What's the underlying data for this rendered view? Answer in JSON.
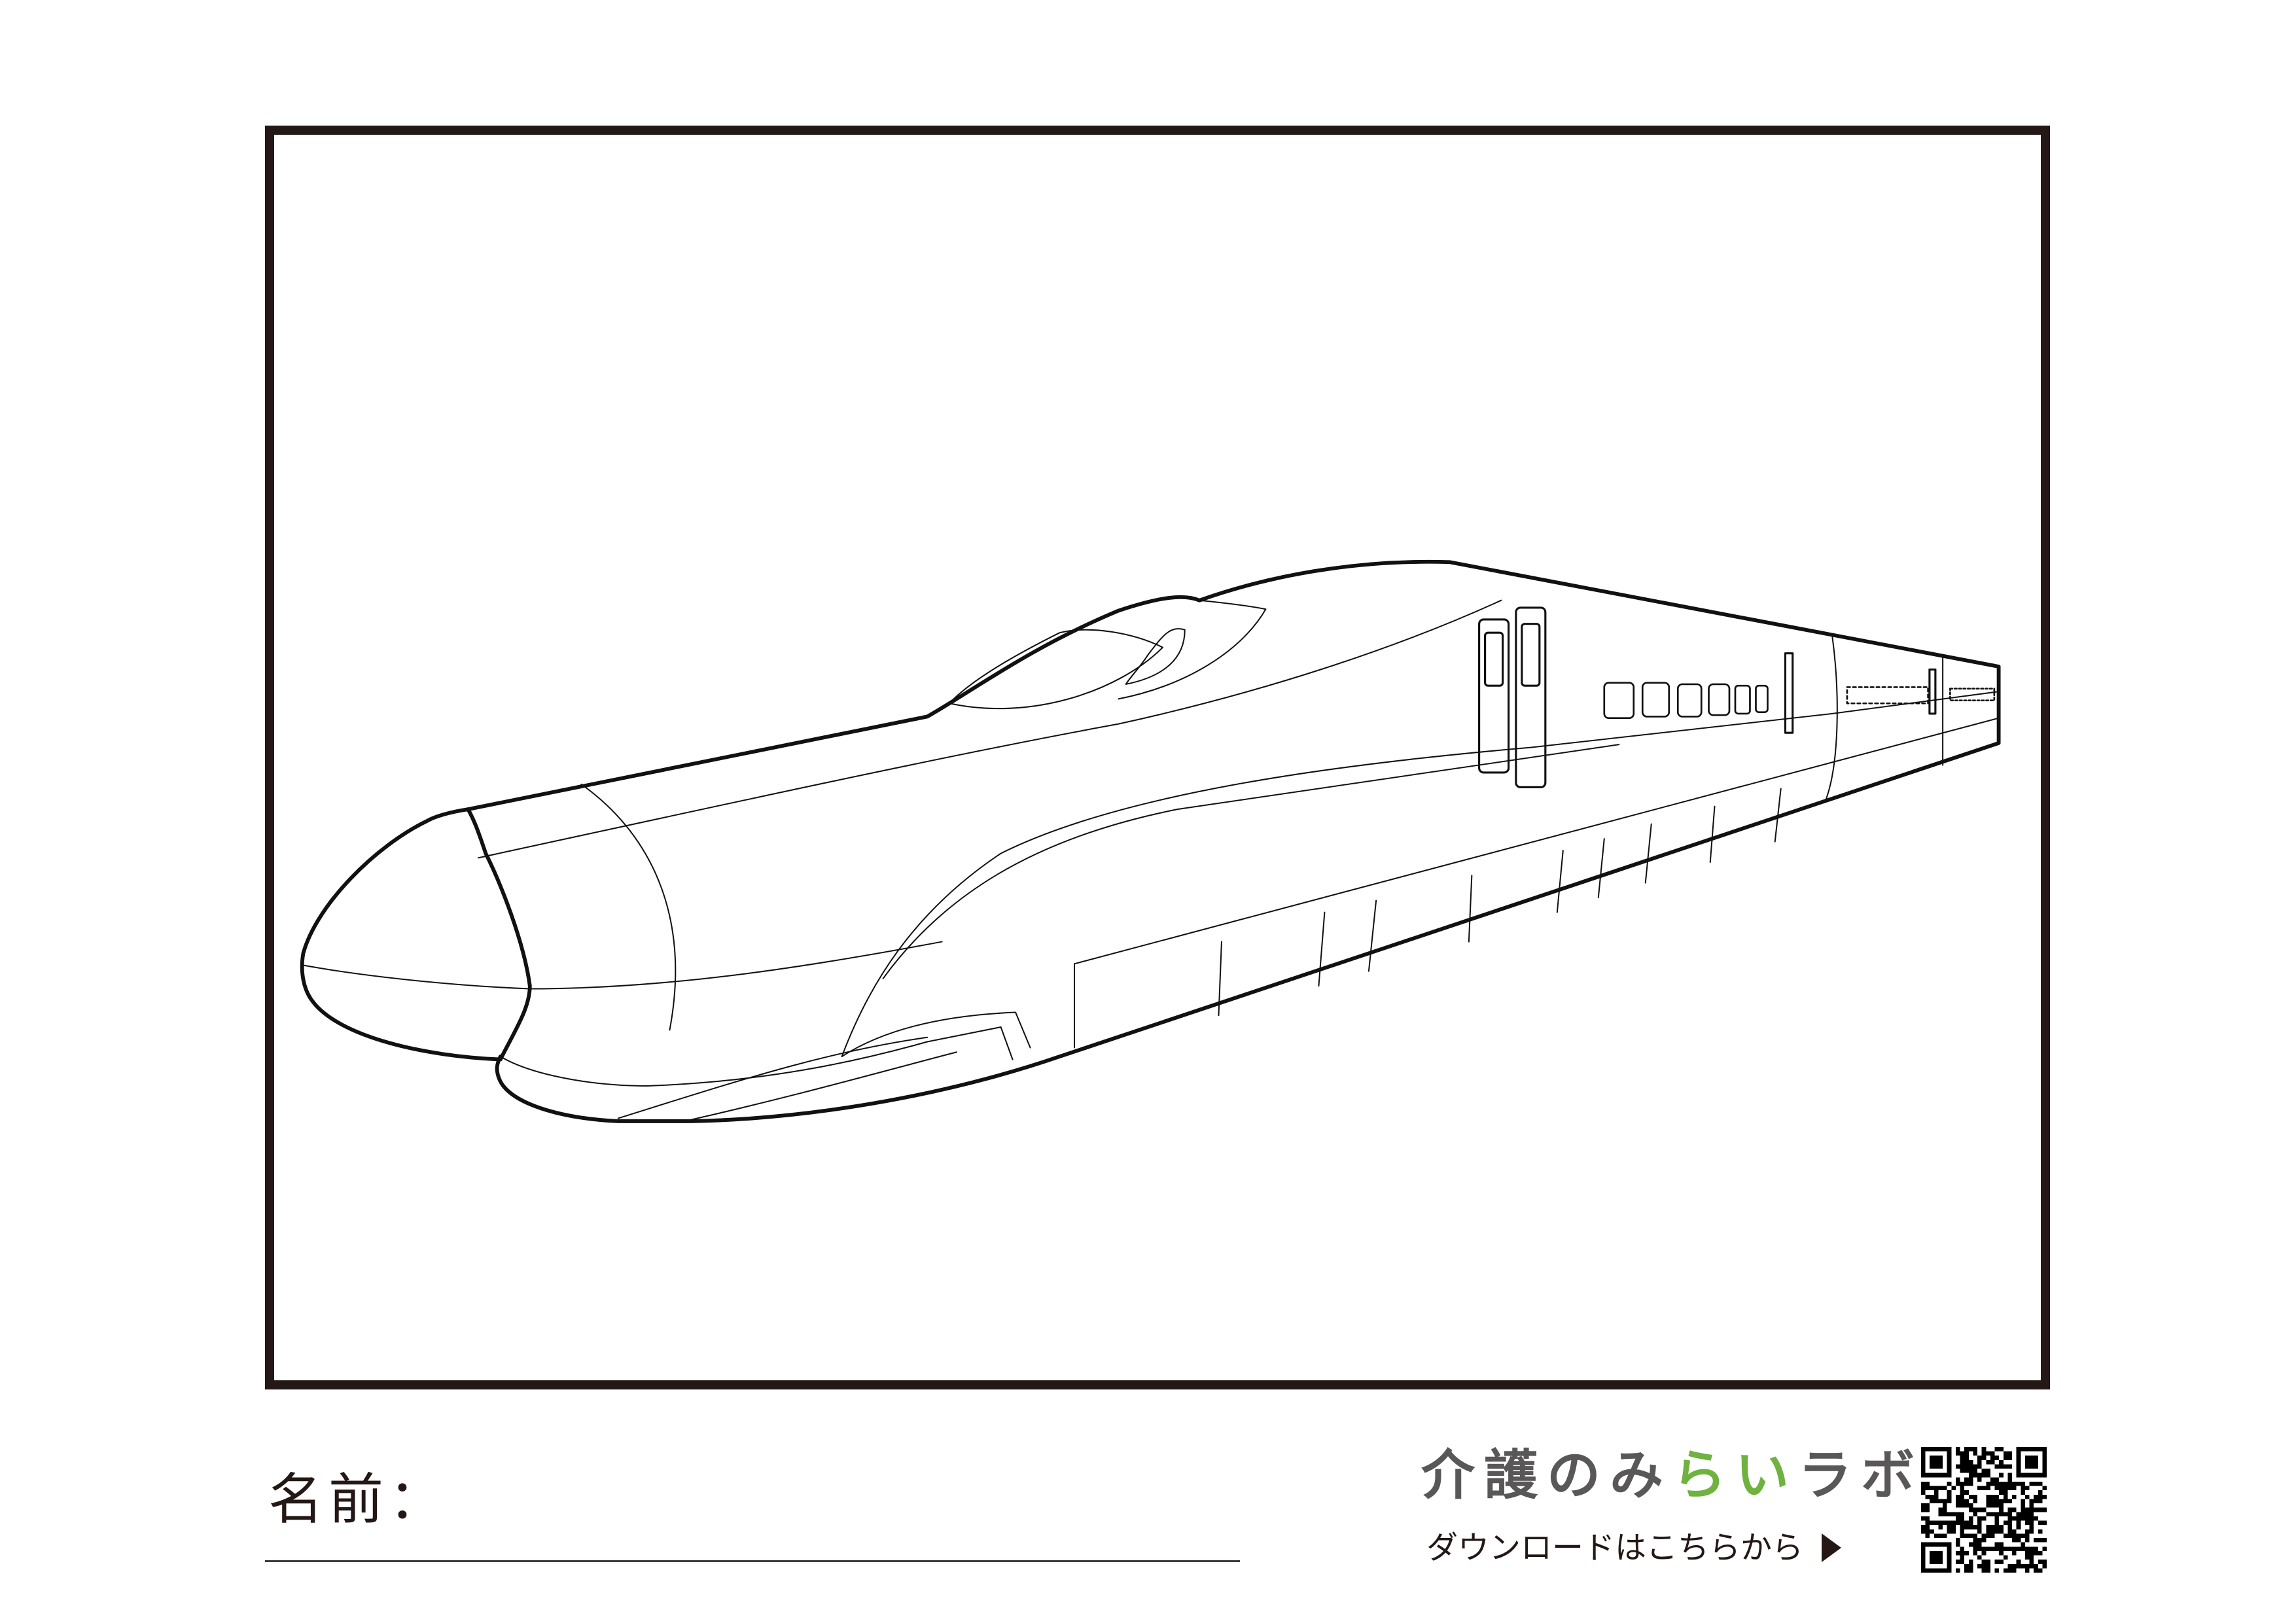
{
  "name_field": {
    "label": "名前："
  },
  "logo": {
    "text": "介護のみらいラボ",
    "chars": [
      {
        "c": "介",
        "color": "#595757"
      },
      {
        "c": "護",
        "color": "#595757"
      },
      {
        "c": "の",
        "color": "#595757"
      },
      {
        "c": "み",
        "color": "#595757"
      },
      {
        "c": "ら",
        "color": "#6fb23f"
      },
      {
        "c": "い",
        "color": "#6fb23f"
      },
      {
        "c": "ラ",
        "color": "#595757"
      },
      {
        "c": "ボ",
        "color": "#595757"
      }
    ],
    "accent_green": "#6fb23f",
    "accent_orange": "#e8a040"
  },
  "download": {
    "label": "ダウンロードはこちらから",
    "arrow_icon": "play-triangle-icon"
  },
  "qr": {
    "icon": "qr-code-icon"
  },
  "colors": {
    "ink": "#231815",
    "line": "#3e3a39"
  }
}
